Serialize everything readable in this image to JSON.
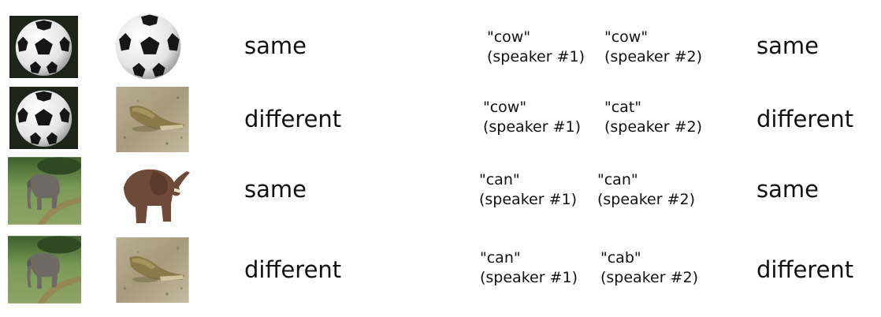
{
  "rows": [
    {
      "image_left": "soccer-ball-photo",
      "image_right": "soccer-ball",
      "visual_label": "same",
      "audio": [
        {
          "word": "\"cow\"",
          "speaker": "(speaker #1)"
        },
        {
          "word": "\"cow\"",
          "speaker": "(speaker #2)"
        }
      ],
      "audio_label": "same"
    },
    {
      "image_left": "soccer-ball-photo",
      "image_right": "crocodile-photo",
      "visual_label": "different",
      "audio": [
        {
          "word": "\"cow\"",
          "speaker": "(speaker #1)"
        },
        {
          "word": "\"cat\"",
          "speaker": "(speaker #2)"
        }
      ],
      "audio_label": "different"
    },
    {
      "image_left": "elephant-photo",
      "image_right": "elephant-cutout",
      "visual_label": "same",
      "audio": [
        {
          "word": "\"can\"",
          "speaker": "(speaker #1)"
        },
        {
          "word": "\"can\"",
          "speaker": "(speaker #2)"
        }
      ],
      "audio_label": "same"
    },
    {
      "image_left": "elephant-photo",
      "image_right": "crocodile-photo",
      "visual_label": "different",
      "audio": [
        {
          "word": "\"can\"",
          "speaker": "(speaker #1)"
        },
        {
          "word": "\"cab\"",
          "speaker": "(speaker #2)"
        }
      ],
      "audio_label": "different"
    }
  ]
}
